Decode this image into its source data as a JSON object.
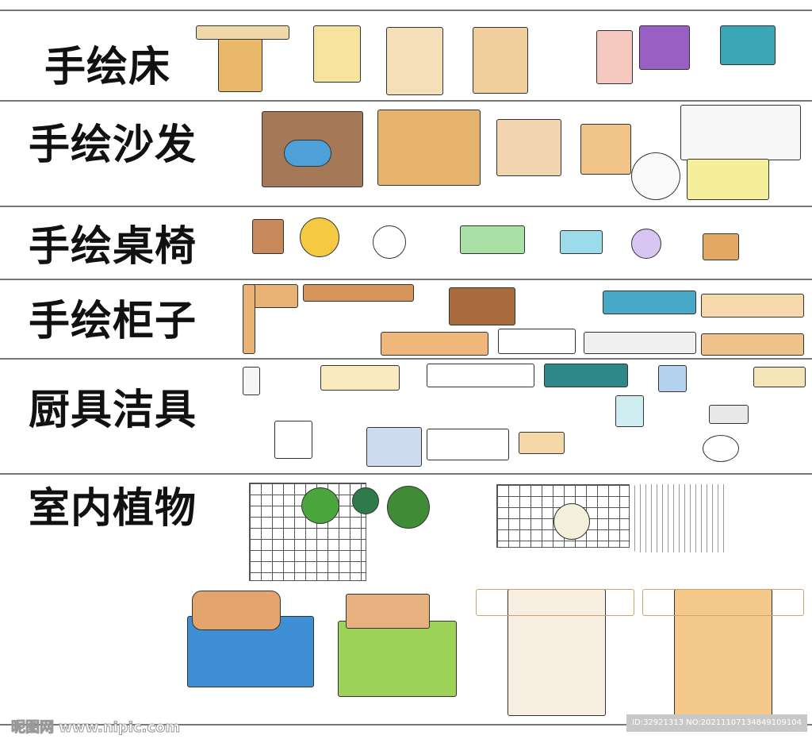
{
  "categories": [
    {
      "label": "手绘床"
    },
    {
      "label": "手绘沙发"
    },
    {
      "label": "手绘桌椅"
    },
    {
      "label": "手绘柜子"
    },
    {
      "label": "厨具洁具"
    },
    {
      "label": "室内植物"
    }
  ],
  "watermark": {
    "site": "昵图网 www.nipic.com",
    "id_text": "ID:32921313 NO:20211107134849109104"
  },
  "colors": {
    "wood": "#e3a963",
    "cream": "#f3d9a4",
    "purple": "#9a5fc4",
    "teal": "#3aa6b8",
    "blue": "#3f8fd6",
    "green": "#9bd257"
  }
}
